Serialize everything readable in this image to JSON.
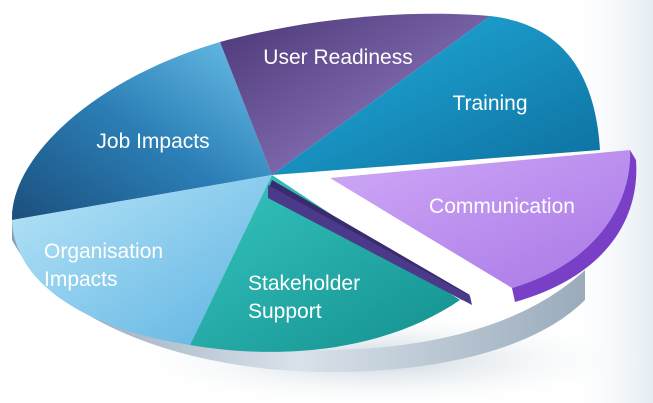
{
  "segments": [
    {
      "id": "user-readiness",
      "label": "User Readiness",
      "color": "#6f4a9a"
    },
    {
      "id": "training",
      "label": "Training",
      "color": "#1a9cc9"
    },
    {
      "id": "communication",
      "label": "Communication",
      "color": "#c79df2"
    },
    {
      "id": "job-impacts",
      "label": "Job Impacts",
      "color": "#1f79ad"
    },
    {
      "id": "organisation-impacts",
      "label_lines": [
        "Organisation",
        "Impacts"
      ],
      "color": "#7cc9ee"
    },
    {
      "id": "stakeholder-support",
      "label_lines": [
        "Stakeholder",
        "Support"
      ],
      "color": "#2cbab3"
    }
  ],
  "highlighted_segment": "communication"
}
